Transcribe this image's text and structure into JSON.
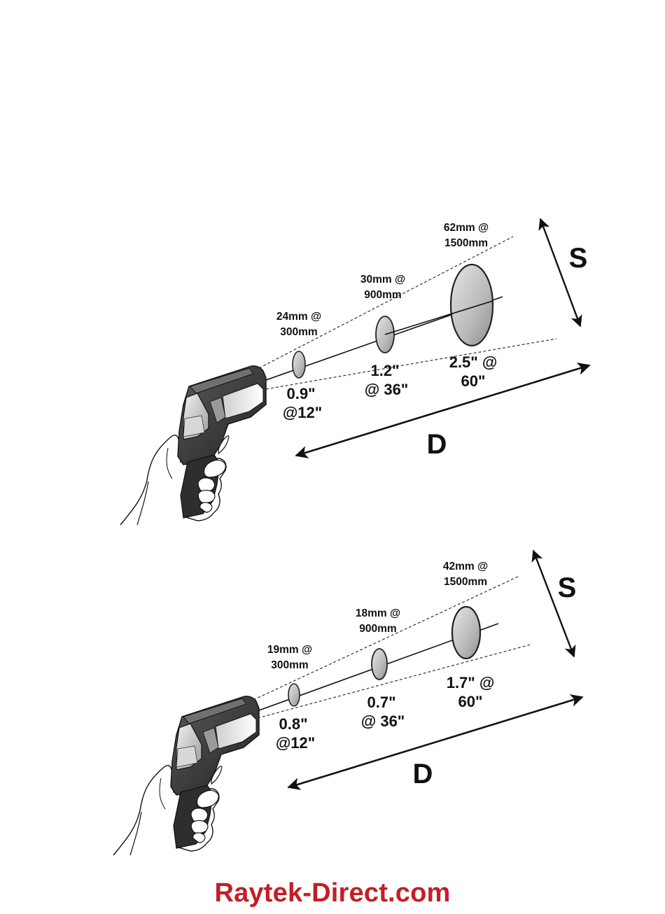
{
  "diagrams": [
    {
      "metric_labels": [
        {
          "line1": "24mm @",
          "line2": "300mm"
        },
        {
          "line1": "30mm @",
          "line2": "900mm"
        },
        {
          "line1": "62mm @",
          "line2": "1500mm"
        }
      ],
      "imperial_labels": [
        {
          "line1": "0.9\"",
          "line2": "@12\""
        },
        {
          "line1": "1.2\"",
          "line2": "@ 36\""
        },
        {
          "line1": "2.5\" @",
          "line2": "60\""
        }
      ],
      "size_axis_label": "S",
      "distance_axis_label": "D"
    },
    {
      "metric_labels": [
        {
          "line1": "19mm @",
          "line2": "300mm"
        },
        {
          "line1": "18mm @",
          "line2": "900mm"
        },
        {
          "line1": "42mm @",
          "line2": "1500mm"
        }
      ],
      "imperial_labels": [
        {
          "line1": "0.8\"",
          "line2": "@12\""
        },
        {
          "line1": "0.7\"",
          "line2": "@ 36\""
        },
        {
          "line1": "1.7\" @",
          "line2": "60\""
        }
      ],
      "size_axis_label": "S",
      "distance_axis_label": "D"
    }
  ],
  "footer": {
    "brand_text": "Raytek-Direct.com",
    "brand_color": "#c41e25"
  },
  "icons": [
    "thermometer-gun-icon",
    "hand-icon",
    "double-arrow-icon"
  ]
}
